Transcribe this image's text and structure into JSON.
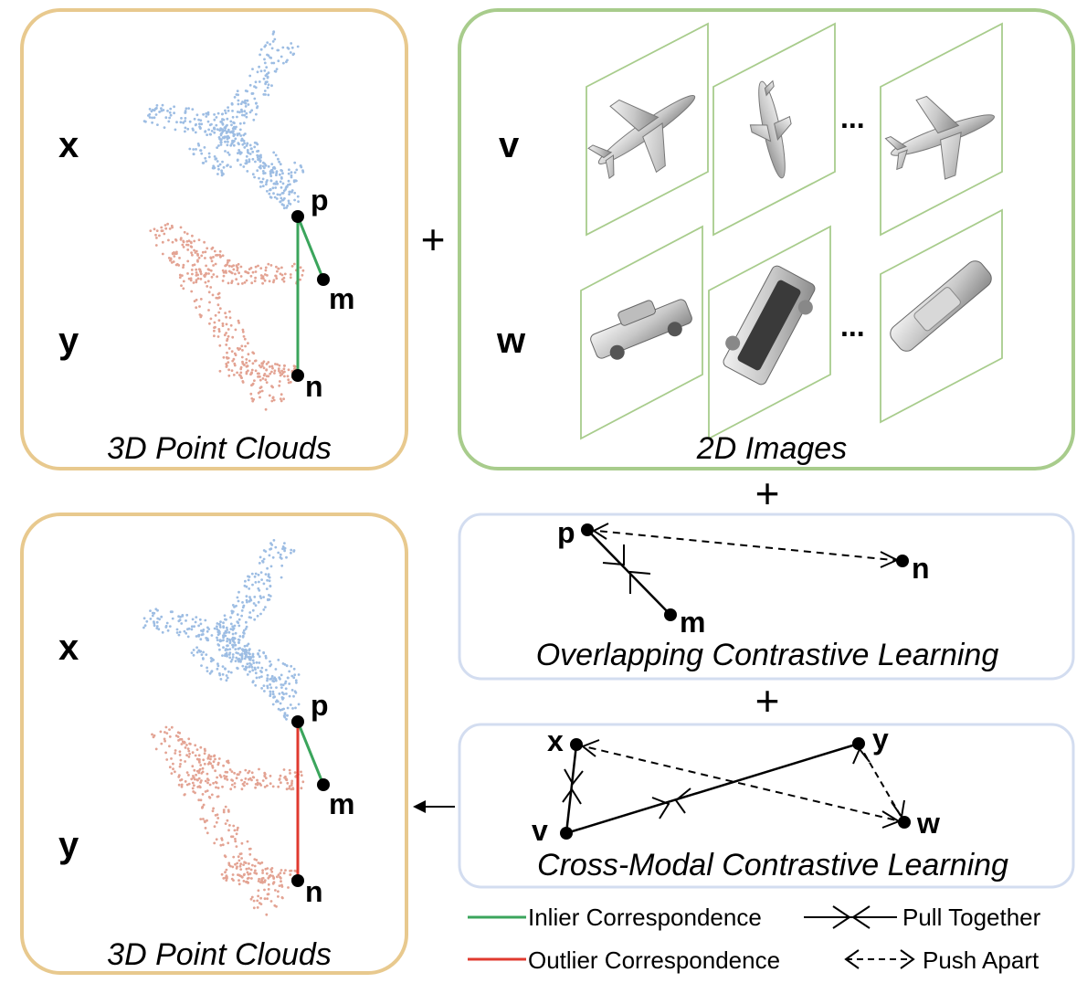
{
  "panels": {
    "pc_top": {
      "caption": "3D Point Clouds",
      "label_x": "x",
      "label_y": "y",
      "pt_p": "p",
      "pt_m": "m",
      "pt_n": "n"
    },
    "images": {
      "caption": "2D Images",
      "label_v": "v",
      "label_w": "w",
      "ellipsis": "..."
    },
    "overlap": {
      "caption": "Overlapping Contrastive Learning",
      "pt_p": "p",
      "pt_m": "m",
      "pt_n": "n"
    },
    "crossmodal": {
      "caption": "Cross-Modal Contrastive Learning",
      "pt_x": "x",
      "pt_y": "y",
      "pt_v": "v",
      "pt_w": "w"
    },
    "pc_bottom": {
      "caption": "3D Point Clouds",
      "label_x": "x",
      "label_y": "y",
      "pt_p": "p",
      "pt_m": "m",
      "pt_n": "n"
    }
  },
  "operators": {
    "plus": "+"
  },
  "legend": {
    "inlier": "Inlier Correspondence",
    "outlier": "Outlier Correspondence",
    "pull": "Pull Together",
    "push": "Push Apart"
  },
  "colors": {
    "pc_border": "#E8C98E",
    "img_border": "#A8CC8C",
    "cl_border": "#D3DDF0",
    "inlier": "#3BA55C",
    "outlier": "#E03A2F",
    "cloud_blue": "#9DBDE3",
    "cloud_red": "#E3A393"
  }
}
